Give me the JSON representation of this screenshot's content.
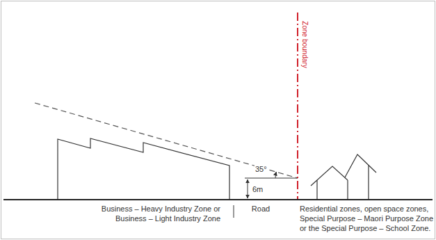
{
  "diagram": {
    "labels": [
      "Zone boundary",
      "35°",
      "6m",
      "Business – Heavy Industry Zone or Business – Light Industry Zone",
      "Road",
      "Residential zones, open space zones, Special Purpose – Maori Purpose Zone or the Special Purpose – School Zone."
    ]
  }
}
